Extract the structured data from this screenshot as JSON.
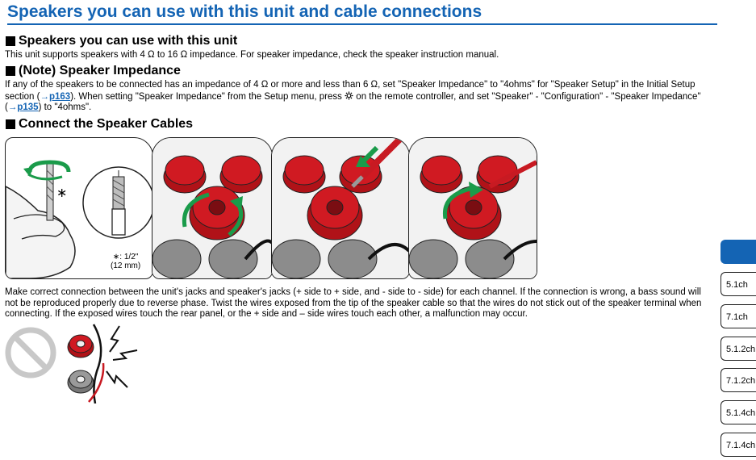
{
  "title": "Speakers you can use with this unit and cable connections",
  "section1": {
    "heading": "Speakers you can use with this unit",
    "text": "This unit supports speakers with 4 Ω to 16 Ω impedance. For speaker impedance, check the speaker instruction manual."
  },
  "section2": {
    "heading": "(Note) Speaker Impedance",
    "text_a": "If any of the speakers to be connected has an impedance of 4 Ω or more and less than 6 Ω, set \"Speaker Impedance\" to \"4ohms\" for \"Speaker Setup\" in the Initial Setup section (",
    "link1_arrow": "→",
    "link1": "p163",
    "text_b": "). When setting \"Speaker Impedance\" from the Setup menu, press ",
    "text_c": " on the remote controller, and set \"Speaker\" - \"Configuration\" - \"Speaker Impedance\" (",
    "link2_arrow": "→",
    "link2": "p135",
    "text_d": ") to \"4ohms\"."
  },
  "section3": {
    "heading": "Connect the Speaker Cables",
    "asterisk": "∗",
    "note_line1": "∗: 1/2\"",
    "note_line2": "(12 mm)",
    "text": "Make correct connection between the unit's jacks and speaker's jacks (+ side to + side, and - side to - side) for each channel. If the connection is wrong, a bass sound will not be reproduced properly due to reverse phase. Twist the wires exposed from the tip of the speaker cable so that the wires do not stick out of the speaker terminal when connecting. If the exposed wires touch the rear panel, or the + side and – side wires touch each other, a malfunction may occur."
  },
  "colors": {
    "accent": "#1464b4",
    "terminal_red": "#d01a22",
    "terminal_gray": "#8c8c8c",
    "green_arrow": "#1a9b4a"
  },
  "tabs": [
    {
      "label": "",
      "active": true
    },
    {
      "label": "5.1ch",
      "active": false
    },
    {
      "label": "7.1ch",
      "active": false
    },
    {
      "label": "5.1.2ch",
      "active": false
    },
    {
      "label": "7.1.2ch",
      "active": false
    },
    {
      "label": "5.1.4ch",
      "active": false
    },
    {
      "label": "7.1.4ch",
      "active": false
    }
  ]
}
